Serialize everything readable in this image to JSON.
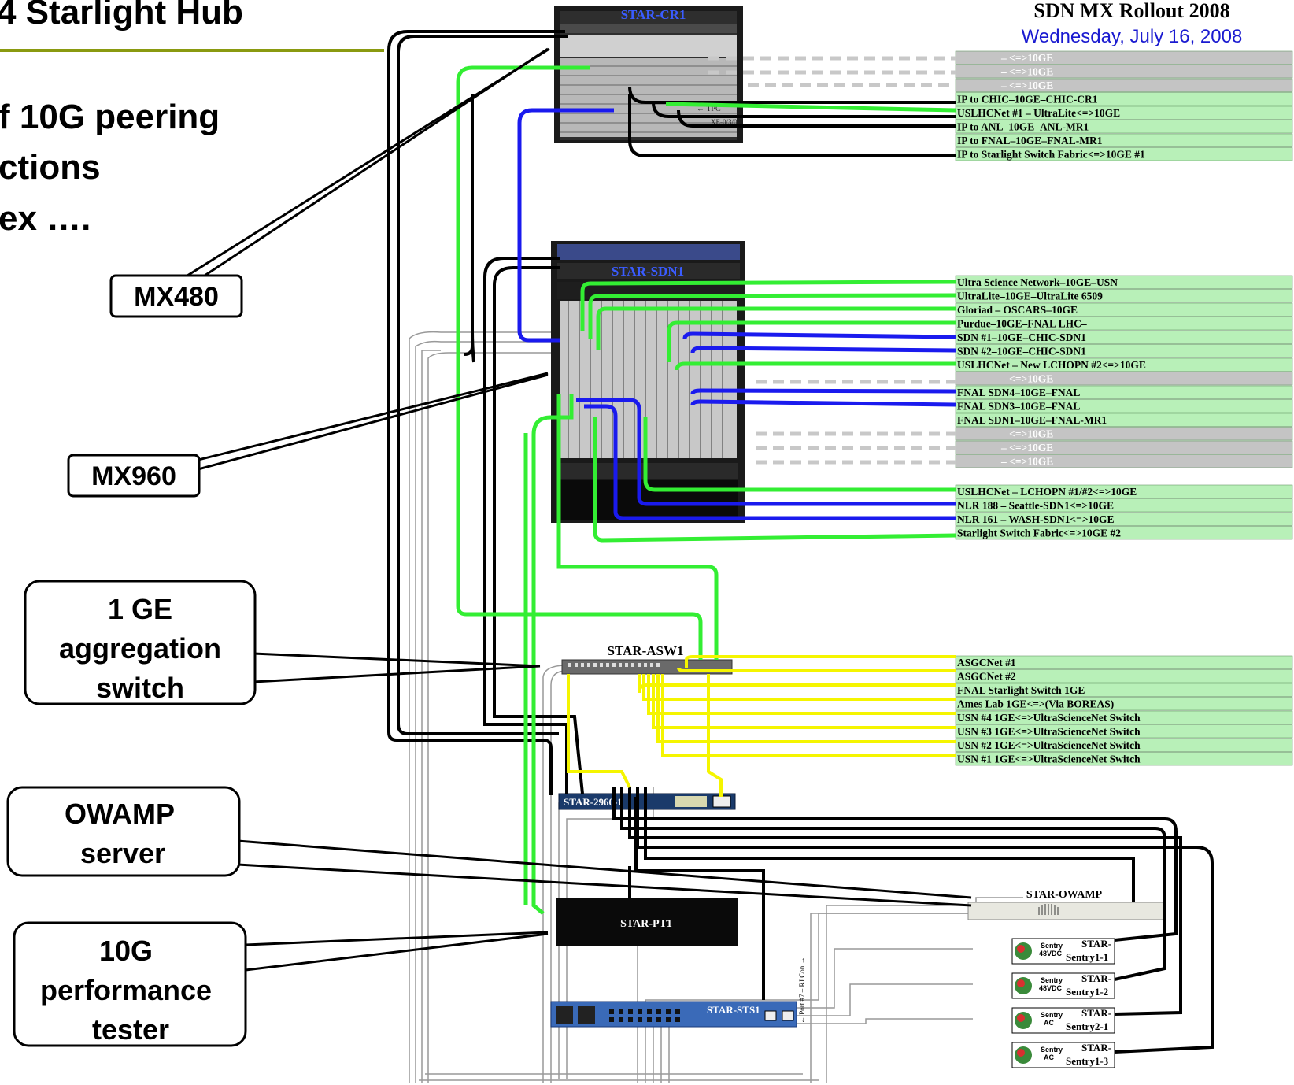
{
  "slide": {
    "title": "4 Starlight Hub",
    "bullet_lines": [
      "f 10G peering",
      "ctions",
      "ex …."
    ]
  },
  "diagram": {
    "header": {
      "title": "SDN MX Rollout 2008",
      "date": "Wednesday, July 16, 2008"
    },
    "callouts": {
      "mx480": "MX480",
      "mx960": "MX960",
      "agg": [
        "1 GE",
        "aggregation",
        "switch"
      ],
      "owamp": [
        "OWAMP",
        "server"
      ],
      "perf": [
        "10G",
        "performance",
        "tester"
      ]
    },
    "devices": {
      "cr1": "STAR-CR1",
      "sdn1": "STAR-SDN1",
      "asw1": "STAR-ASW1",
      "sw2960": "STAR-2960-1",
      "pt1": "STAR-PT1",
      "sts1": "STAR-STS1",
      "owamp": "STAR-OWAMP",
      "cr1_port_label": "← TPC",
      "cr1_port_id": "XE-0/3/0",
      "sts_port_label": "← Port #7 – RJ Con →"
    },
    "sentries": [
      {
        "brand": "Sentry",
        "model": "48VDC",
        "name1": "STAR-",
        "name2": "Sentry1-1"
      },
      {
        "brand": "Sentry",
        "model": "48VDC",
        "name1": "STAR-",
        "name2": "Sentry1-2"
      },
      {
        "brand": "Sentry",
        "model": "AC",
        "name1": "STAR-",
        "name2": "Sentry2-1"
      },
      {
        "brand": "Sentry",
        "model": "AC",
        "name1": "STAR-",
        "name2": "Sentry1-3"
      }
    ],
    "cr1_links": [
      {
        "text": "–          <=>10GE",
        "kind": "empty"
      },
      {
        "text": "–          <=>10GE",
        "kind": "empty"
      },
      {
        "text": "–          <=>10GE",
        "kind": "empty"
      },
      {
        "text": "IP to CHIC–10GE–CHIC-CR1",
        "kind": "used"
      },
      {
        "text": "USLHCNet #1 – UltraLite<=>10GE",
        "kind": "used"
      },
      {
        "text": "IP to ANL–10GE–ANL-MR1",
        "kind": "used"
      },
      {
        "text": "IP to FNAL–10GE–FNAL-MR1",
        "kind": "used"
      },
      {
        "text": "IP to Starlight Switch Fabric<=>10GE #1",
        "kind": "used"
      }
    ],
    "sdn1_links": [
      {
        "text": "Ultra Science Network–10GE–USN",
        "kind": "used"
      },
      {
        "text": "UltraLite–10GE–UltraLite 6509",
        "kind": "used"
      },
      {
        "text": "Gloriad – OSCARS–10GE",
        "kind": "used"
      },
      {
        "text": "Purdue–10GE–FNAL LHC–",
        "kind": "used"
      },
      {
        "text": "SDN #1–10GE–CHIC-SDN1",
        "kind": "used"
      },
      {
        "text": "SDN #2–10GE–CHIC-SDN1",
        "kind": "used"
      },
      {
        "text": "USLHCNet – New LCHOPN #2<=>10GE",
        "kind": "used"
      },
      {
        "text": "–          <=>10GE",
        "kind": "empty"
      },
      {
        "text": "FNAL SDN4–10GE–FNAL",
        "kind": "used"
      },
      {
        "text": "FNAL SDN3–10GE–FNAL",
        "kind": "used"
      },
      {
        "text": "FNAL SDN1–10GE–FNAL-MR1",
        "kind": "used"
      },
      {
        "text": "–          <=>10GE",
        "kind": "empty"
      },
      {
        "text": "–          <=>10GE",
        "kind": "empty"
      },
      {
        "text": "–          <=>10GE",
        "kind": "empty"
      }
    ],
    "sdn1_links_b": [
      {
        "text": "USLHCNet – LCHOPN #1/#2<=>10GE",
        "kind": "used"
      },
      {
        "text": "NLR 188 – Seattle-SDN1<=>10GE",
        "kind": "used"
      },
      {
        "text": "NLR 161 – WASH-SDN1<=>10GE",
        "kind": "used"
      },
      {
        "text": "Starlight Switch Fabric<=>10GE #2",
        "kind": "used"
      }
    ],
    "asw1_links": [
      {
        "text": "ASGCNet #1",
        "kind": "used"
      },
      {
        "text": "ASGCNet #2",
        "kind": "used"
      },
      {
        "text": "FNAL Starlight Switch 1GE",
        "kind": "used"
      },
      {
        "text": "Ames Lab 1GE<=>(Via BOREAS)",
        "kind": "used"
      },
      {
        "text": "USN #4 1GE<=>UltraScienceNet Switch",
        "kind": "used"
      },
      {
        "text": "USN #3 1GE<=>UltraScienceNet Switch",
        "kind": "used"
      },
      {
        "text": "USN #2 1GE<=>UltraScienceNet Switch",
        "kind": "used"
      },
      {
        "text": "USN #1 1GE<=>UltraScienceNet Switch",
        "kind": "used"
      }
    ],
    "colors": {
      "green": "#33ee33",
      "blue": "#1a1aee",
      "yellow": "#f5f500",
      "black": "#000000",
      "label_bg": "#b8f0b8",
      "empty_bg": "#c4c4c4",
      "accent_line": "#8a9a10",
      "date_blue": "#1a1ad0"
    }
  }
}
